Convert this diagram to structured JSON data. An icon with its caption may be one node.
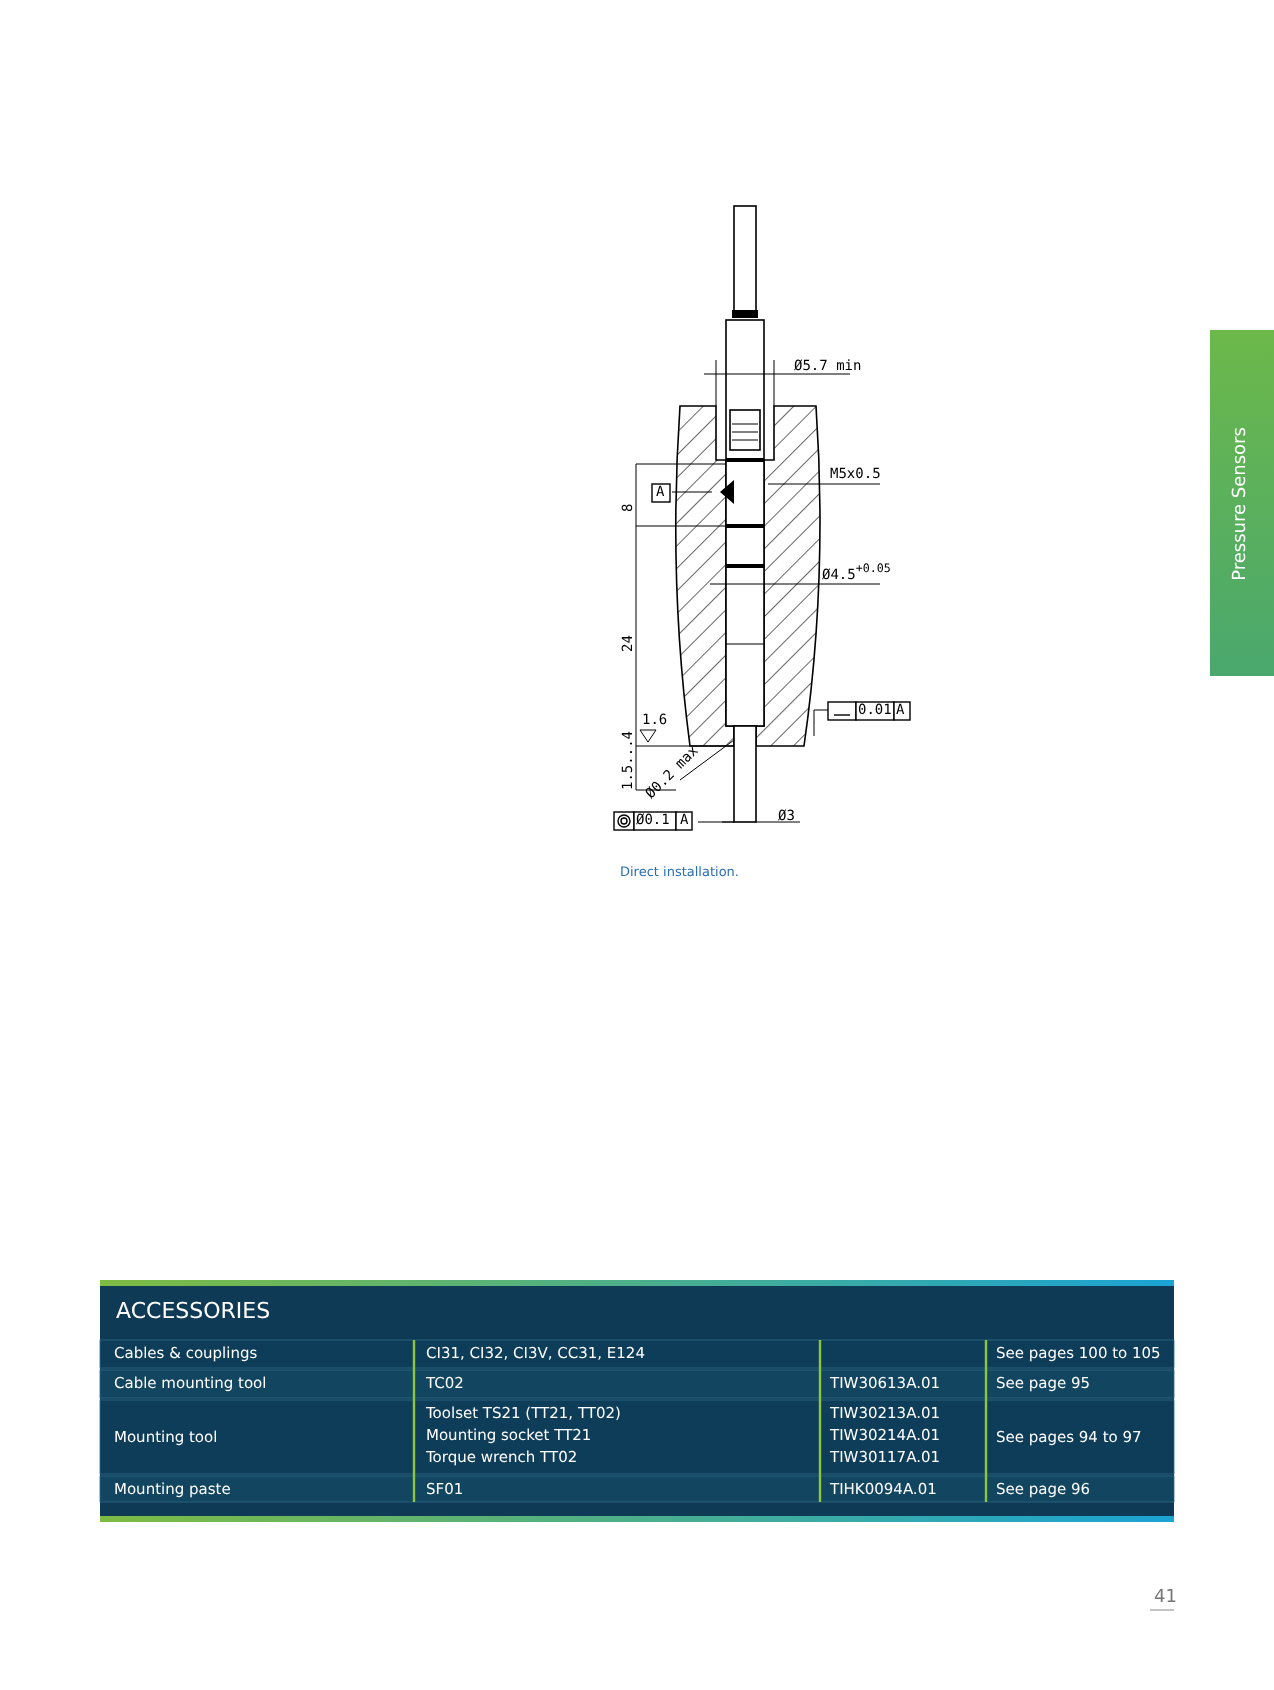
{
  "diagram": {
    "caption": "Direct installation.",
    "labels": [
      "Pressure Sensors",
      "Ø5.7 min",
      "A",
      "M5x0.5",
      "8",
      "Ø4.5$^{+0.05}$",
      "24",
      "1.6",
      "0.01",
      "A",
      "1.5...4",
      "Ø0.2 max",
      "Ø0.1",
      "A",
      "Ø3",
      "ACCESSORIES",
      "Cables & couplings",
      "CI31, CI32, CI3V, CC31, E124",
      "See pages 100 to 105",
      "Cable mounting tool",
      "TC02",
      "TIW30613A.01",
      "See page 95",
      "Mounting tool",
      "Toolset TS21 (TT21, TT02)",
      "Mounting socket TT21",
      "Torque wrench TT02",
      "TIW30213A.01",
      "TIW30214A.01",
      "TIW30117A.01",
      "See pages 94 to 97",
      "Mounting paste",
      "SF01",
      "TIHK0094A.01",
      "See page 96",
      "41"
    ]
  }
}
